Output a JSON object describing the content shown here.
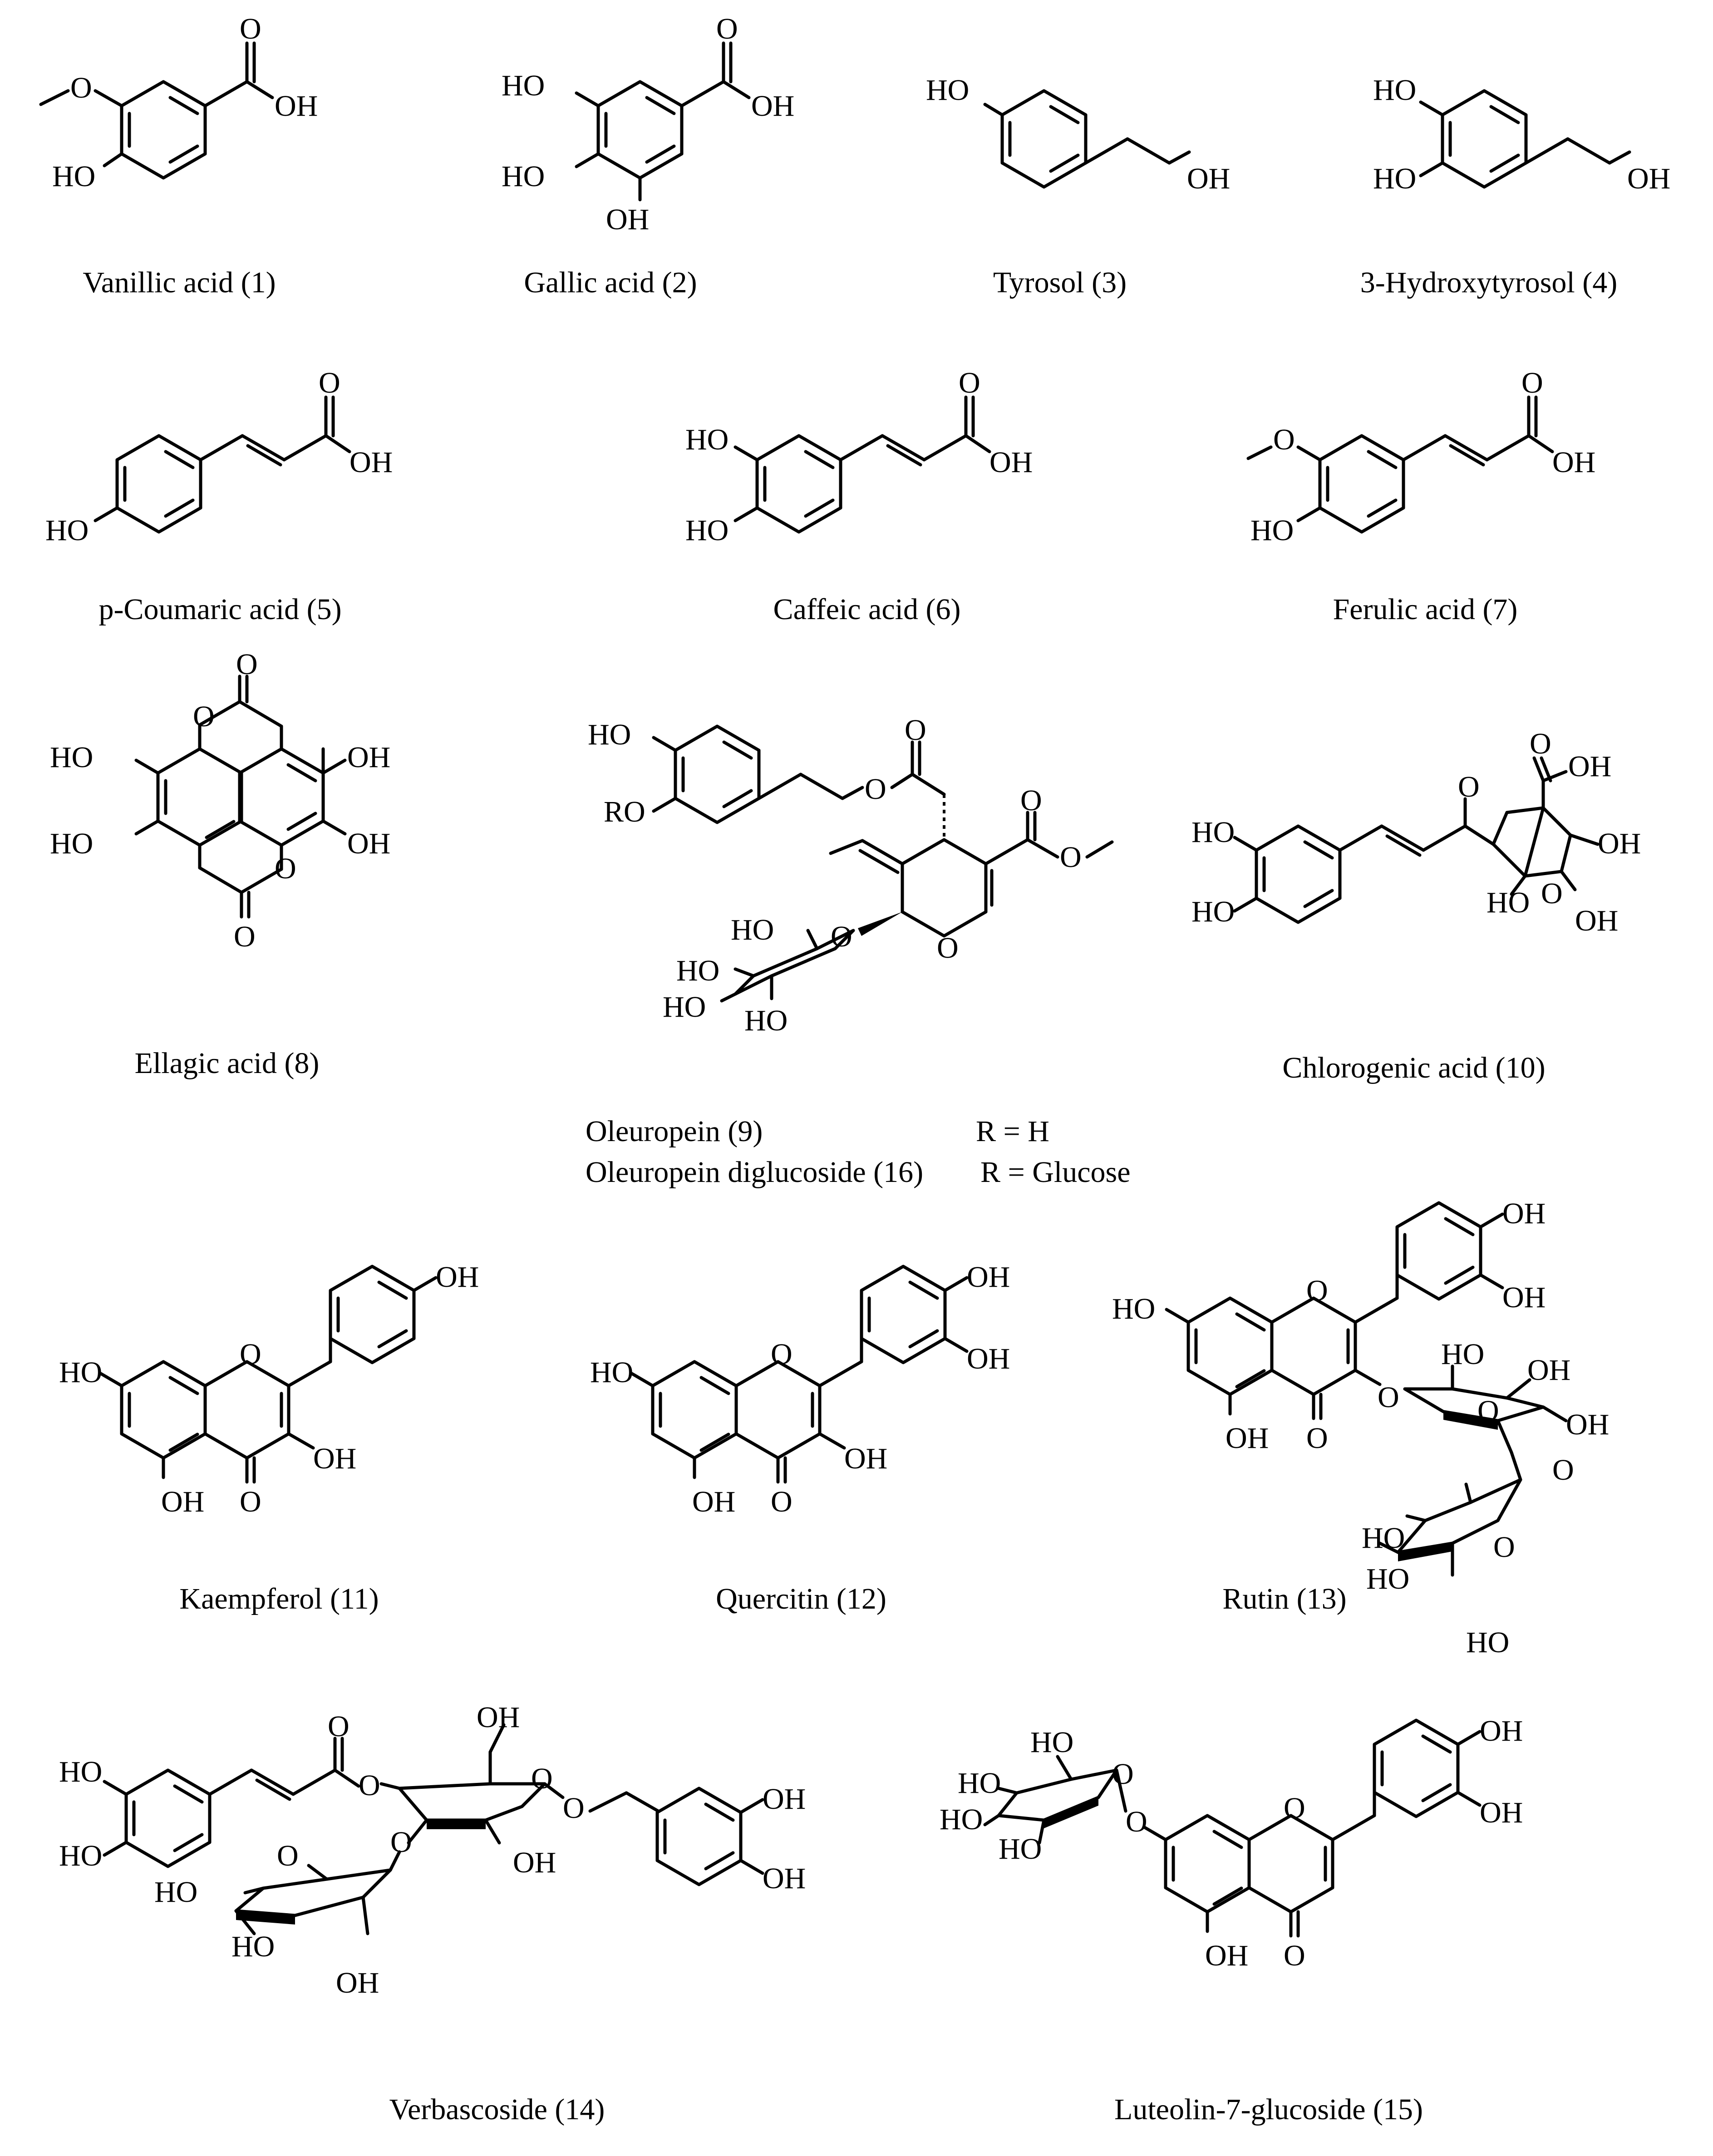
{
  "compounds": [
    {
      "id": 1,
      "name": "Vanillic acid (1)"
    },
    {
      "id": 2,
      "name": "Gallic acid (2)"
    },
    {
      "id": 3,
      "name": "Tyrosol (3)"
    },
    {
      "id": 4,
      "name": "3-Hydroxytyrosol (4)"
    },
    {
      "id": 5,
      "name": "p-Coumaric acid (5)"
    },
    {
      "id": 6,
      "name": "Caffeic acid (6)"
    },
    {
      "id": 7,
      "name": "Ferulic acid (7)"
    },
    {
      "id": 8,
      "name": "Ellagic acid (8)"
    },
    {
      "id": 9,
      "name": "Oleuropein (9)",
      "r_group": "R = H"
    },
    {
      "id": 16,
      "name": "Oleuropein diglucoside (16)",
      "r_group": "R = Glucose"
    },
    {
      "id": 10,
      "name": "Chlorogenic acid (10)"
    },
    {
      "id": 11,
      "name": "Kaempferol (11)"
    },
    {
      "id": 12,
      "name": "Quercitin (12)"
    },
    {
      "id": 13,
      "name": "Rutin (13)"
    },
    {
      "id": 14,
      "name": "Verbascoside (14)"
    },
    {
      "id": 15,
      "name": "Luteolin-7-glucoside (15)"
    }
  ],
  "atoms": {
    "hydroxyl_left": "HO",
    "hydroxyl_right": "OH",
    "oxygen": "O",
    "r_oxygen": "RO"
  }
}
